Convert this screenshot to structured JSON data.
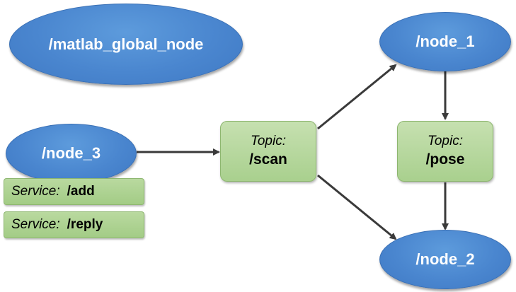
{
  "nodes": {
    "matlab_global": "/matlab_global_node",
    "node_1": "/node_1",
    "node_2": "/node_2",
    "node_3": "/node_3"
  },
  "topics": {
    "scan": {
      "kind": "Topic:",
      "name": "/scan"
    },
    "pose": {
      "kind": "Topic:",
      "name": "/pose"
    }
  },
  "services": [
    {
      "kind": "Service:",
      "name": "/add"
    },
    {
      "kind": "Service:",
      "name": "/reply"
    }
  ],
  "colors": {
    "node_fill": "#4a86cf",
    "topic_fill": "#a9d08e",
    "edge": "#3a3a3a"
  }
}
